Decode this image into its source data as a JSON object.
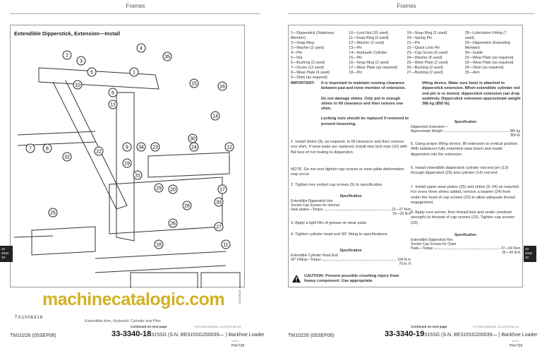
{
  "left": {
    "header": "Frames",
    "title": "Extendible Dipperstick, Extension—Install",
    "figure_id": "TX1006318",
    "side_code": "TX1006318",
    "caption": "Extendible Arm, Hydraulic Cylinder and Pins",
    "continued": "Continued on next page",
    "ref": "KV70026,0000025 -19-01SEP06-1/3",
    "callouts": [
      "4",
      "2",
      "3",
      "35",
      "5",
      "1",
      "10",
      "6",
      "13",
      "15",
      "16",
      "14",
      "30",
      "7",
      "8",
      "32",
      "22",
      "9",
      "34",
      "23",
      "24",
      "12",
      "19",
      "31",
      "29",
      "20",
      "17",
      "33",
      "28",
      "25",
      "26",
      "27",
      "18",
      "11"
    ],
    "footer": {
      "manual": "TM10226 (05SEP06)",
      "page": "33-3340-18",
      "model": "315SG (S.N. BE315SG200039— ) Backhoe Loader",
      "small": "000000",
      "pn": "PN=728"
    },
    "tab": [
      "33",
      "3340",
      "18"
    ]
  },
  "right": {
    "header": "Frames",
    "parts": [
      [
        "1—Dipperstick (Stationary",
        "Member)",
        "2—Snap Ring",
        "3—Washer (2 used)",
        "4—Pin",
        "5—Nut",
        "6—Bushing (2 used)",
        "7—Screw (12 used)",
        "8—Wear Plate (4 used)",
        "9—Shim (as required)"
      ],
      [
        "10—Lock Nut (10 used)",
        "11—Snap Ring (2 used)",
        "12—Washer (2 used)",
        "13—Pin",
        "14—Hydraulic Cylinder",
        "15—Pin",
        "16—Snap Ring (2 used)",
        "17—Wear Plate (as required)",
        "18—Pin"
      ],
      [
        "19—Snap Ring (2 used)",
        "20—Spring Pin",
        "21—Pin",
        "22—Quick Lock Pin",
        "23—Cap Screw (6 used)",
        "24—Washer (6 used)",
        "25—Wear Plate (2 used)",
        "26—Bushing (2 used)",
        "27—Bushing (2 used)"
      ],
      [
        "28—Lubrication Fitting (7",
        "used)",
        "29—Dipperstick (Extending",
        "Member)",
        "30—Guide",
        "32—Wear Plate (as required)",
        "33—Wear Plate (as required)",
        "34—Shim (as required)",
        "35—Arm"
      ]
    ],
    "important_label": "IMPORTANT:",
    "important": [
      "It is important to maintain running clearance between pad and inner member of extension.",
      "Do not damage shims. Only put in enough shims to fill clearance and then remove one shim.",
      "Locking nuts should be replaced if removed to prevent loosening."
    ],
    "step1": "1. Install shims (9), as required, to fill clearance and then remove one shim. If wear pads are replaced, install new lock nuts (10) with flat face of nut mating to dipperstick.",
    "note": "NOTE: Do not over tighten cap screws or wear plate deformation may occur.",
    "step2": "2. Tighten hex socket cap screws (5) to specification.",
    "spec_label": "Specification",
    "spec1": {
      "l1": "Extendible Dipperstick Hex",
      "l2": "Socket Cap Screws for Internal",
      "l3": "wear plates—Torque",
      "v1": "22—27 N•m",
      "v2": "16—20 lb-ft"
    },
    "step3": "3. Apply a light film of grease on wear pads.",
    "step4": "4. Tighten cylinder head end 90° fitting to specifications.",
    "spec2": {
      "l1": "Extendible Cylinder Head End",
      "l2": "90° Fitting—Torque",
      "v1": "104 N.m",
      "v2": "76 lb.-ft"
    },
    "caution": "CAUTION: Prevent possible crushing injury from heavy component. Use appropriate",
    "caution_cont": "lifting device. Make sure hoist is attached to dipperstick extension. When extendible cylinder rod end pin is re moved, dipperstick extension can drop suddenly. Dipperstick extension approximate weight 386 kg (850 lb).",
    "spec3": {
      "l1": "Dipperstick Extension—",
      "l2": "Approximate Weight",
      "v1": "385 kg",
      "v2": "850 lb"
    },
    "step5": "5. Using proper lifting device, lift extension to vertical position. With stabilizers fully extended raise boom and install dipperstick into the extension.",
    "step6": "6. Install extendible dipperstick cylinder rod end pin (13) through dipperstick (29) and cylinder (14) rod end.",
    "step7": "7. Install upper wear plates (25) and shims (9, 34) as required. For every three shims added, remove a washer (24) from under the head of cap screws (23) to allow adequate thread engagement.",
    "step8": "8. Apply cure primer, then thread lock and sealer (medium strength) to threads of cap screws (23). Tighten cap screws (23).",
    "spec4": {
      "l1": "Extendible Dipperstick Hex",
      "l2": "Socket Cap Screws for Outer",
      "l3": "Pads—Torque",
      "v1": "47—54 N•m",
      "v2": "35—40 lb-ft"
    },
    "continued": "Continued on next page",
    "ref": "KV70026,0000025 -19-01SEP06-2/3",
    "footer": {
      "manual": "TM10226 (05SEP06)",
      "page": "33-3340-19",
      "model": "315SG (S.N. BE315SG200039— ) Backhoe Loader",
      "small": "000000",
      "pn": "PN=729"
    },
    "tab": [
      "33",
      "3340",
      "19"
    ]
  },
  "watermark": "machinecatalogic.com"
}
